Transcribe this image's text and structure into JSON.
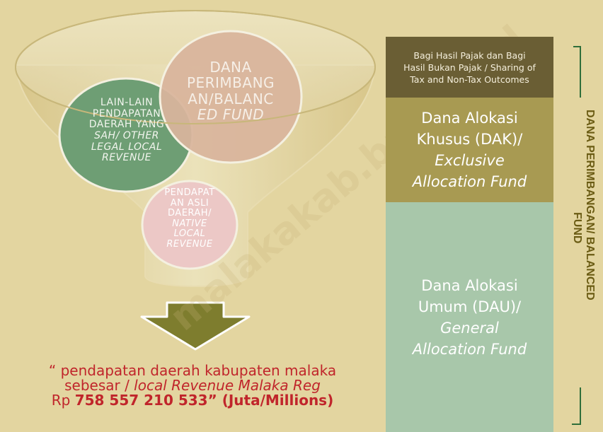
{
  "funnel": {
    "dana_perimbangan": [
      "DANA",
      "PERIMBANG",
      "AN/BALANC",
      "ED FUND"
    ],
    "lain_lain": [
      "LAIN-LAIN",
      "PENDAPATAN",
      "DAERAH YANG",
      "SAH/ OTHER",
      "LEGAL LOCAL",
      "REVENUE"
    ],
    "pad": [
      "PENDAPAT",
      "AN ASLI",
      "DAERAH/",
      "NATIVE",
      "LOCAL",
      "REVENUE"
    ]
  },
  "stack": {
    "bagi_hasil": [
      "Bagi Hasil Pajak dan Bagi",
      "Hasil Bukan Pajak / Sharing of",
      "Tax and Non-Tax  Outcomes"
    ],
    "dak": [
      "Dana Alokasi",
      "Khusus  (DAK)/",
      "Exclusive",
      "Allocation Fund"
    ],
    "dau": [
      "Dana Alokasi",
      "Umum (DAU)/",
      "General",
      "Allocation Fund"
    ]
  },
  "side_label": [
    "DANA PERIMBANGAN/ BALANCED",
    "FUND"
  ],
  "result": {
    "line1": "“ pendapatan daerah kabupaten malaka",
    "line2_prefix": "sebesar  / ",
    "line2_italic": "local Revenue Malaka Reg",
    "line3_prefix": "Rp ",
    "line3_number": "758 557 210 533” (Juta/Millions)"
  },
  "watermark": "malakakab.bps.go.id",
  "colors": {
    "background": "#e3d5a0",
    "bagi_hasil": "#6a5e34",
    "dak": "#a89a52",
    "dau": "#a8c7aa",
    "circle_dana": "#d9b59c",
    "circle_lain": "#6e9e74",
    "circle_pad": "#ecc8c6",
    "arrow": "#7e7d2e",
    "result_text": "#c0252b"
  }
}
